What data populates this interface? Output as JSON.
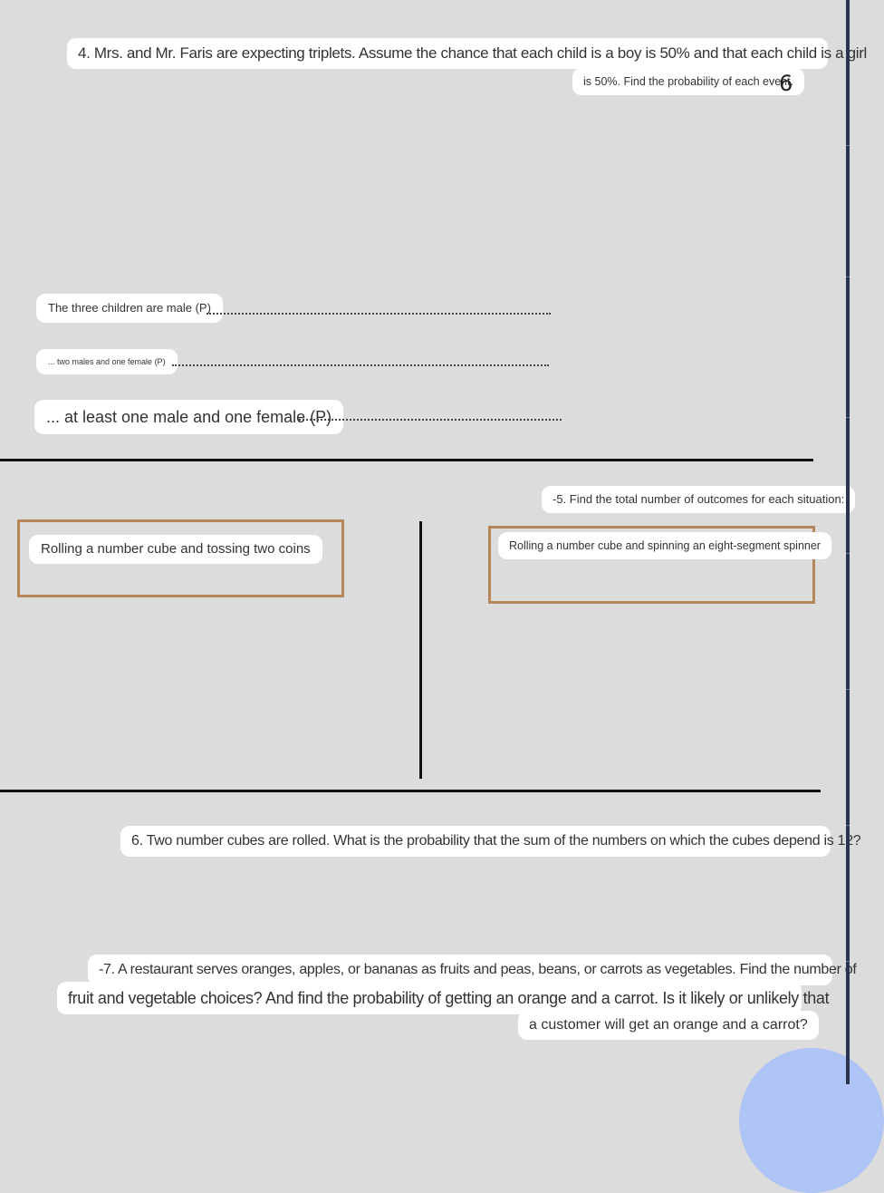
{
  "q4": {
    "line1": "4. Mrs. and Mr. Faris are expecting triplets. Assume the chance that each child is a boy is 50% and that each child is a girl",
    "line2": "is 50%. Find the probability of each event.",
    "items": [
      "The three children are male (P)",
      "... two males and one female (P)",
      "... at least one male and one female (P)"
    ]
  },
  "q5": {
    "prompt": "-5. Find the total number of outcomes for each situation:",
    "left": "Rolling a number cube and tossing two coins",
    "right": "Rolling a number cube and spinning an eight-segment spinner"
  },
  "q6": {
    "text": "6. Two number cubes are rolled. What is the probability that the sum of the numbers on which the cubes depend is 12?"
  },
  "q7": {
    "line1": "-7. A restaurant serves oranges, apples, or bananas as fruits and peas, beans, or carrots as vegetables. Find the number of",
    "line2": "fruit and vegetable choices? And find the probability of getting an orange and a carrot. Is it likely or unlikely that",
    "line3": "a customer will get an orange and a carrot?"
  },
  "colors": {
    "background": "#dcdcdc",
    "box_border": "#b5865a",
    "accent_circle": "#aec4f4"
  }
}
